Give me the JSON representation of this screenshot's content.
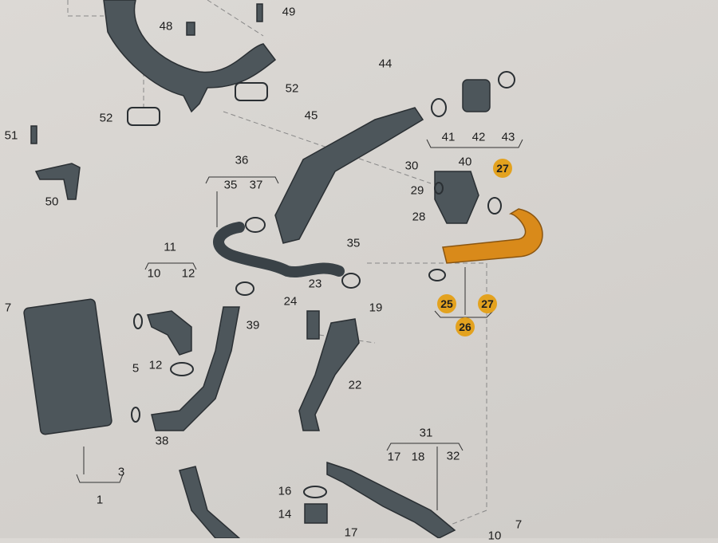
{
  "diagram": {
    "labels": [
      "49",
      "48",
      "52",
      "52",
      "51",
      "50",
      "44",
      "45",
      "41",
      "42",
      "43",
      "40",
      "30",
      "29",
      "28",
      "36",
      "35",
      "37",
      "11",
      "10",
      "12",
      "35",
      "23",
      "24",
      "19",
      "39",
      "7",
      "5",
      "12",
      "22",
      "38",
      "3",
      "1",
      "31",
      "17",
      "18",
      "32",
      "16",
      "14",
      "17",
      "10",
      "7"
    ],
    "highlighted_labels": [
      "27",
      "25",
      "27",
      "26"
    ]
  },
  "colors": {
    "part": "#4a5257",
    "highlight": "#e3a21f",
    "hose": "#d98a1a",
    "background": "#d8d5d1"
  }
}
